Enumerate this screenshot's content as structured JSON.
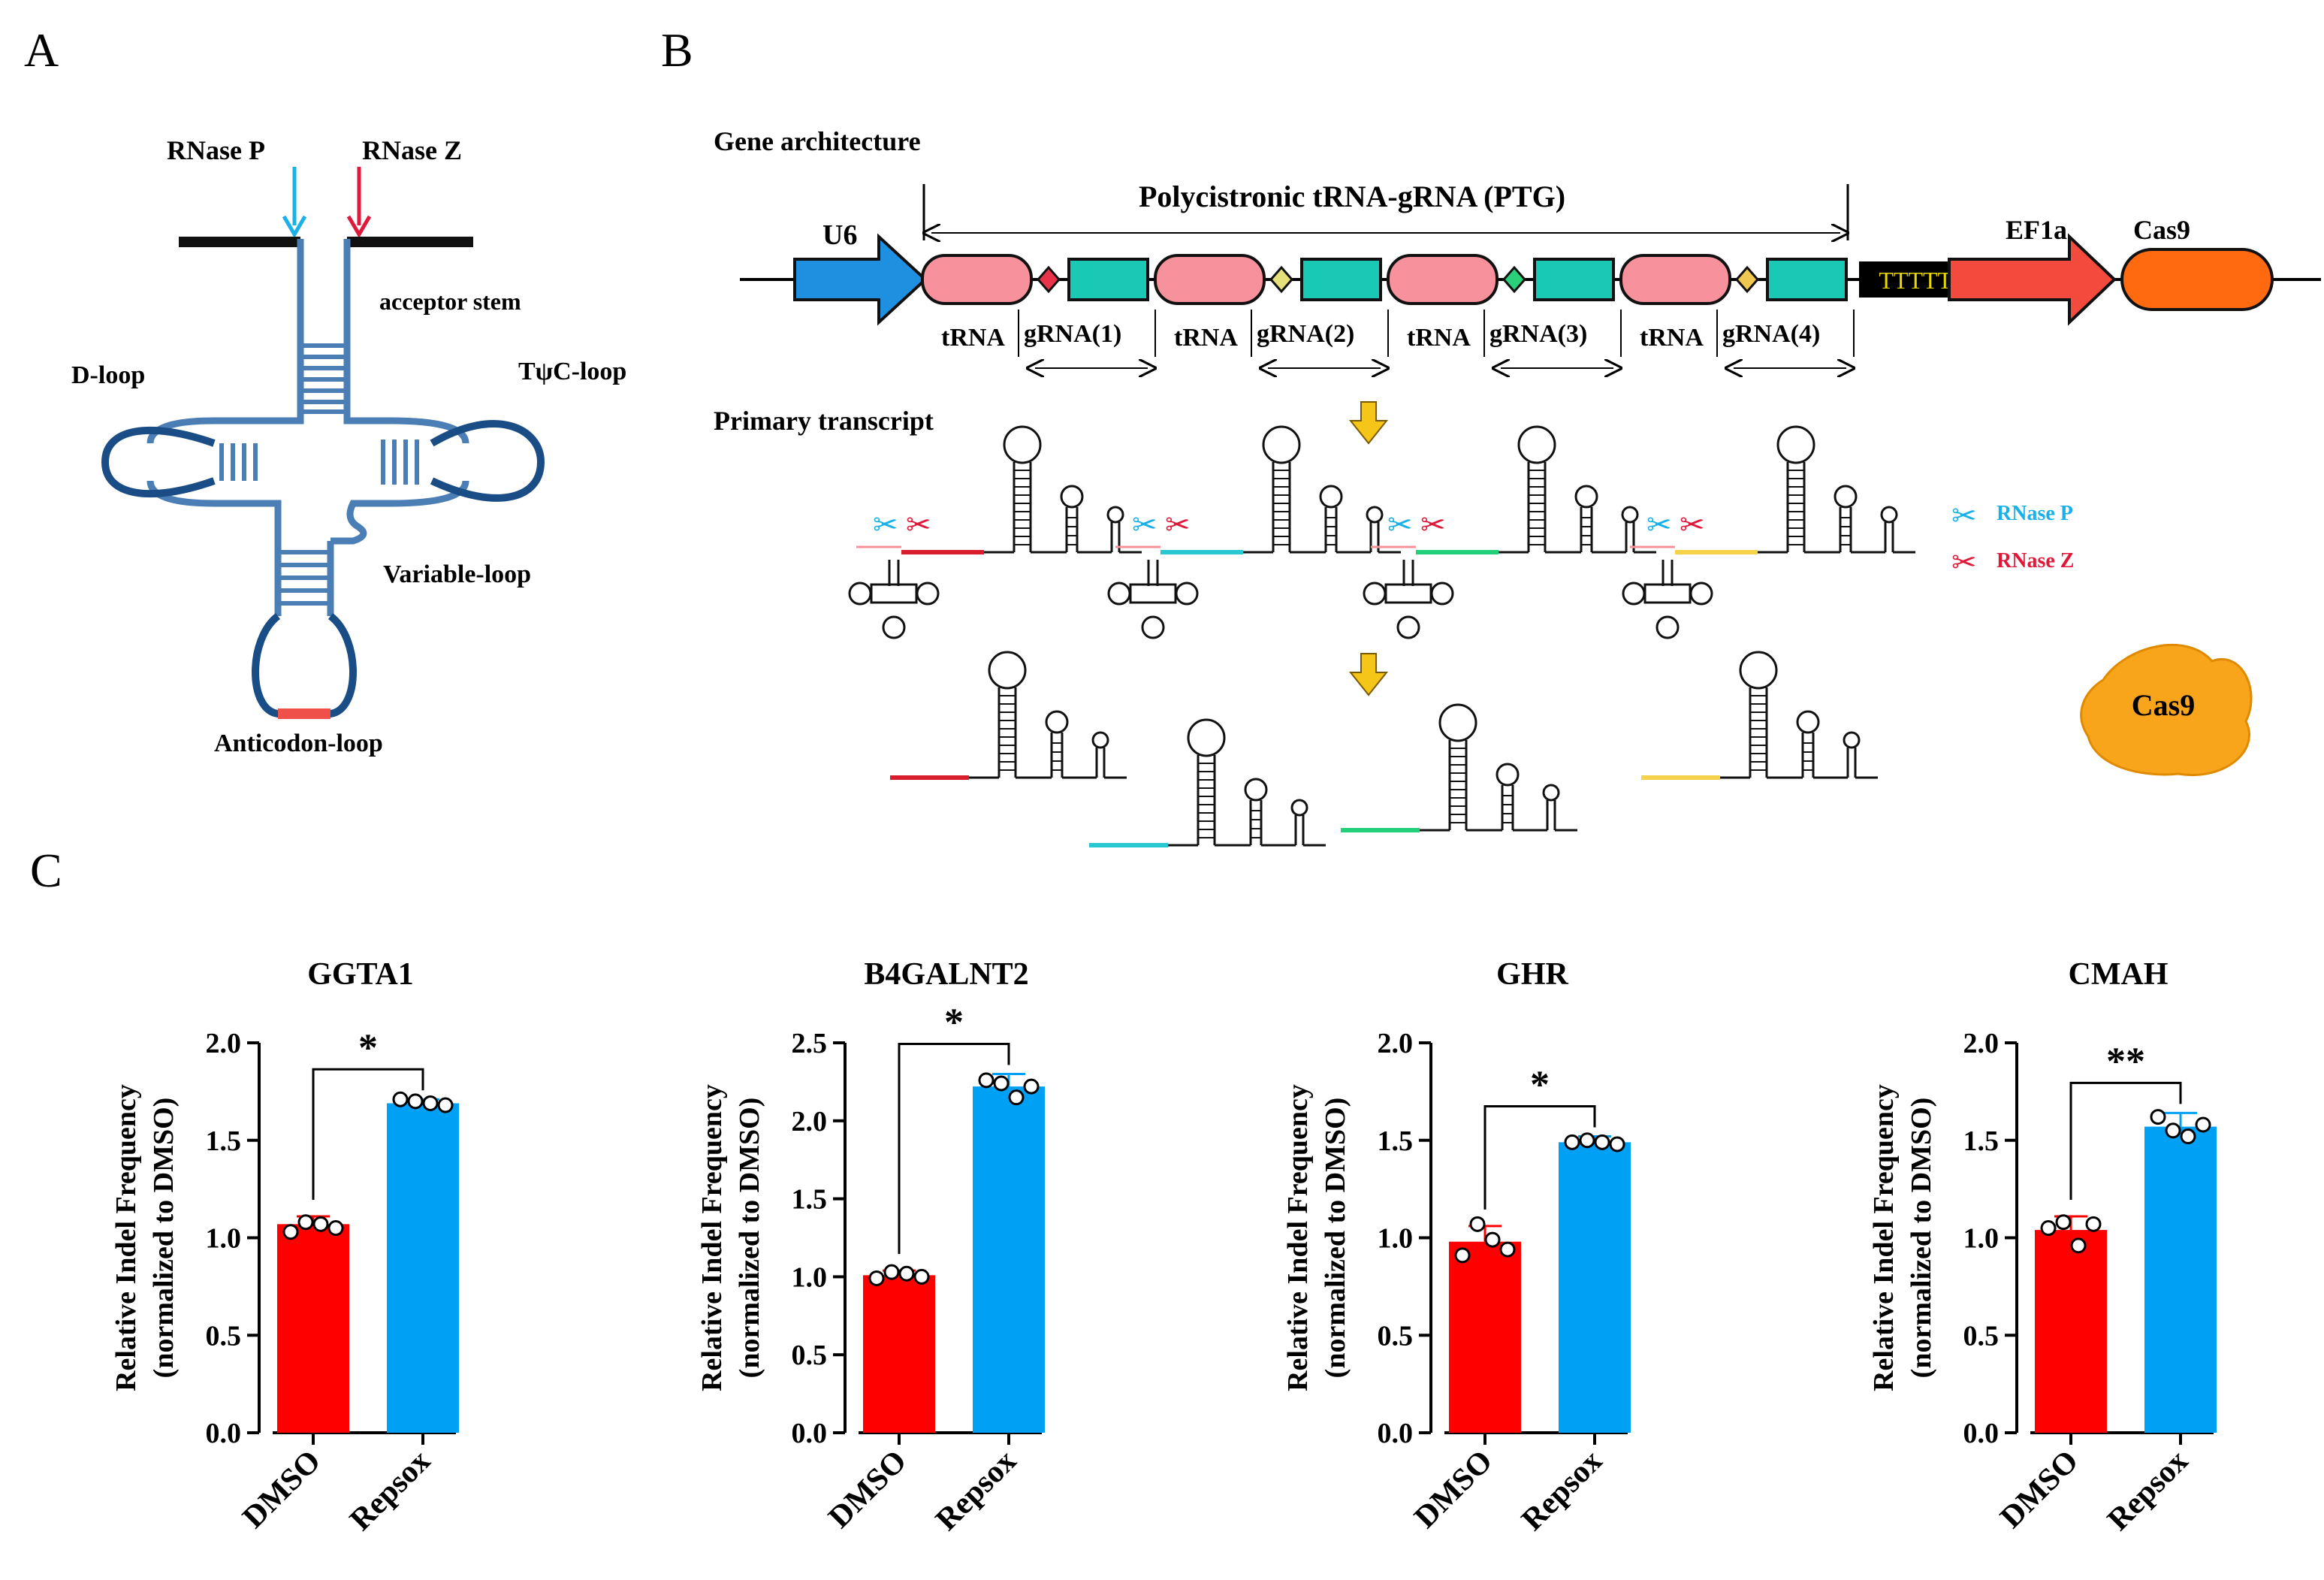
{
  "panels": {
    "A": "A",
    "B": "B",
    "C": "C"
  },
  "panel_a": {
    "rnase_p": "RNase P",
    "rnase_z": "RNase Z",
    "acceptor_stem": "acceptor stem",
    "d_loop": "D-loop",
    "tpsic_loop": "TψC-loop",
    "variable_loop": "Variable-loop",
    "anticodon_loop": "Anticodon-loop",
    "colors": {
      "stem": "#4a7eb5",
      "loop": "#1a4d86",
      "rnase_p": "#1ab0e8",
      "rnase_z": "#e0193a",
      "anticodon": "#f0504a"
    }
  },
  "panel_b": {
    "gene_architecture": "Gene architecture",
    "ptg_label": "Polycistronic tRNA-gRNA (PTG)",
    "u6": "U6",
    "ef1a": "EF1a",
    "cas9_gene": "Cas9",
    "terminator": "TTTTTT",
    "trna_labels": [
      "tRNA",
      "tRNA",
      "tRNA",
      "tRNA"
    ],
    "grna_labels": [
      "gRNA(1)",
      "gRNA(2)",
      "gRNA(3)",
      "gRNA(4)"
    ],
    "primary_transcript": "Primary transcript",
    "legend_rnase_p": "RNase P",
    "legend_rnase_z": "RNase Z",
    "cas9_protein": "Cas9",
    "colors": {
      "u6": "#1f8fe0",
      "trna": "#f7929c",
      "grna": "#19c9b6",
      "ef1a": "#f24a3c",
      "cas9": "#ff6a10",
      "cas9_protein": "#f8a51c",
      "diamonds": [
        "#e8334a",
        "#e6e07a",
        "#2ad07a",
        "#f0c850"
      ],
      "spacers": [
        "#d81e2c",
        "#29c7d0",
        "#22d07a",
        "#f5d24a"
      ],
      "arrow": "#f5c518"
    }
  },
  "chart_data": [
    {
      "type": "bar",
      "title": "GGTA1",
      "categories": [
        "DMSO",
        "Repsox"
      ],
      "values": [
        1.07,
        1.69
      ],
      "errors": [
        0.04,
        0.02
      ],
      "points": [
        [
          1.03,
          1.08,
          1.07,
          1.05
        ],
        [
          1.71,
          1.7,
          1.69,
          1.68
        ]
      ],
      "ylabel": "Relative Indel Frequency (normalized to DMSO)",
      "ylim": [
        0,
        2.0
      ],
      "yticks": [
        "0.0",
        "0.5",
        "1.0",
        "1.5",
        "2.0"
      ],
      "significance": "*",
      "colors": [
        "#ff0000",
        "#00a0f5"
      ]
    },
    {
      "type": "bar",
      "title": "B4GALNT2",
      "categories": [
        "DMSO",
        "Repsox"
      ],
      "values": [
        1.01,
        2.22
      ],
      "errors": [
        0.03,
        0.08
      ],
      "points": [
        [
          0.99,
          1.03,
          1.02,
          1.0
        ],
        [
          2.26,
          2.24,
          2.15,
          2.22
        ]
      ],
      "ylabel": "Relative Indel Frequency (normalized to DMSO)",
      "ylim": [
        0,
        2.5
      ],
      "yticks": [
        "0.0",
        "0.5",
        "1.0",
        "1.5",
        "2.0",
        "2.5"
      ],
      "significance": "*",
      "colors": [
        "#ff0000",
        "#00a0f5"
      ]
    },
    {
      "type": "bar",
      "title": "GHR",
      "categories": [
        "DMSO",
        "Repsox"
      ],
      "values": [
        0.98,
        1.49
      ],
      "errors": [
        0.08,
        0.03
      ],
      "points": [
        [
          0.91,
          1.07,
          0.99,
          0.94
        ],
        [
          1.49,
          1.5,
          1.49,
          1.48
        ]
      ],
      "ylabel": "Relative Indel Frequency (normalized to DMSO)",
      "ylim": [
        0,
        2.0
      ],
      "yticks": [
        "0.0",
        "0.5",
        "1.0",
        "1.5",
        "2.0"
      ],
      "significance": "*",
      "colors": [
        "#ff0000",
        "#00a0f5"
      ]
    },
    {
      "type": "bar",
      "title": "CMAH",
      "categories": [
        "DMSO",
        "Repsox"
      ],
      "values": [
        1.04,
        1.57
      ],
      "errors": [
        0.07,
        0.07
      ],
      "points": [
        [
          1.05,
          1.08,
          0.96,
          1.07
        ],
        [
          1.62,
          1.55,
          1.52,
          1.58
        ]
      ],
      "ylabel": "Relative Indel Frequency (normalized to DMSO)",
      "ylim": [
        0,
        2.0
      ],
      "yticks": [
        "0.0",
        "0.5",
        "1.0",
        "1.5",
        "2.0"
      ],
      "significance": "**",
      "colors": [
        "#ff0000",
        "#00a0f5"
      ]
    }
  ]
}
